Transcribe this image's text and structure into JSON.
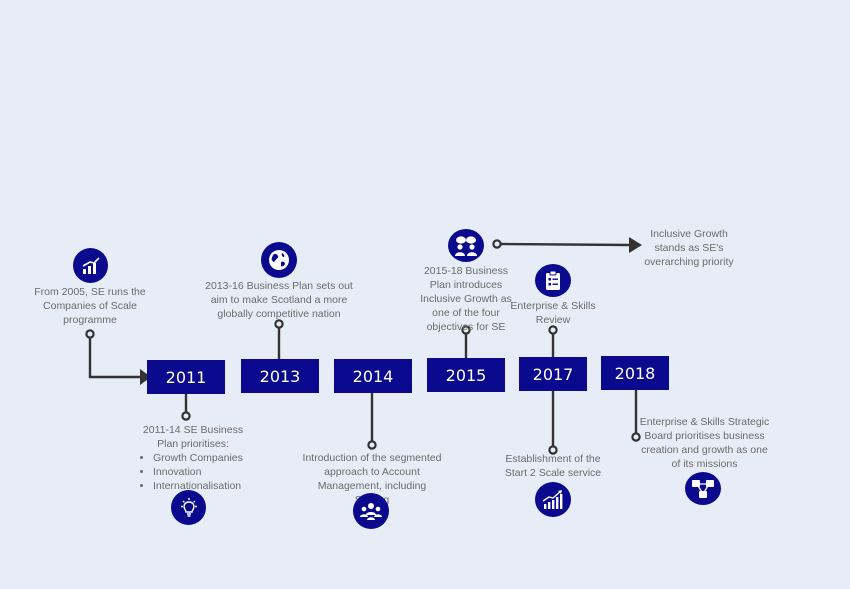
{
  "years": {
    "y2011": "2011",
    "y2013": "2013",
    "y2014": "2014",
    "y2015": "2015",
    "y2017": "2017",
    "y2018": "2018"
  },
  "events": {
    "e2005": "From 2005, SE runs the Companies of Scale programme",
    "e2011_title": "2011-14 SE Business Plan prioritises:",
    "e2011_items": [
      "Growth Companies",
      "Innovation",
      "Internationalisation"
    ],
    "e2013": "2013-16 Business Plan sets out aim to make Scotland a more globally competitive nation",
    "e2014": "Introduction of the segmented approach to Account Management, including Scaling",
    "e2015": "2015-18 Business Plan introduces Inclusive Growth as one of the four objectives for SE",
    "e2017_review": "Enterprise & Skills Review",
    "e2017_start2scale": "Establishment of the Start 2 Scale service",
    "e2018": "Enterprise & Skills Strategic Board prioritises business creation and growth as one of its missions",
    "future": "Inclusive Growth stands as SE's overarching priority"
  },
  "icons": {
    "i2005": "bar-chart-icon",
    "i2011": "lightbulb-icon",
    "i2013": "globe-icon",
    "i2014": "people-group-icon",
    "i2015": "people-speech-icon",
    "i2017a": "clipboard-icon",
    "i2017b": "growth-chart-icon",
    "i2018": "connected-network-icon"
  },
  "colors": {
    "navy": "#0b0a8f",
    "line": "#333333",
    "text": "#6b6b6b",
    "background": "#e7edf6"
  }
}
